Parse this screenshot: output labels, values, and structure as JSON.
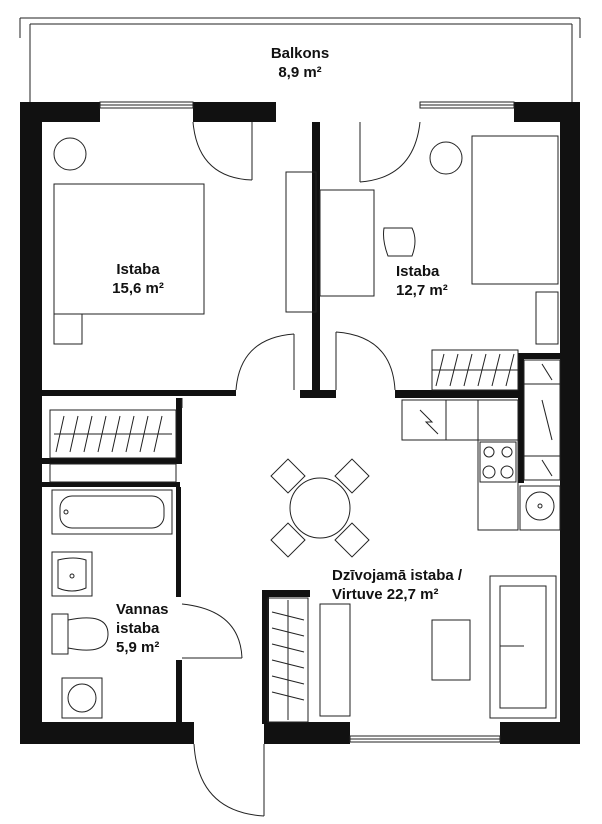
{
  "rooms": {
    "balcony": {
      "name": "Balkons",
      "area": "8,9 m²"
    },
    "bedroom_left": {
      "name": "Istaba",
      "area": "15,6 m²"
    },
    "bedroom_right": {
      "name": "Istaba",
      "area": "12,7 m²"
    },
    "living_kitchen": {
      "line1": "Dzīvojamā istaba /",
      "line2": "Virtuve 22,7 m²"
    },
    "bathroom": {
      "line1": "Vannas",
      "line2": "istaba",
      "line3": "5,9 m²"
    }
  },
  "colors": {
    "wall": "#111111",
    "line": "#222222",
    "background": "#ffffff"
  }
}
